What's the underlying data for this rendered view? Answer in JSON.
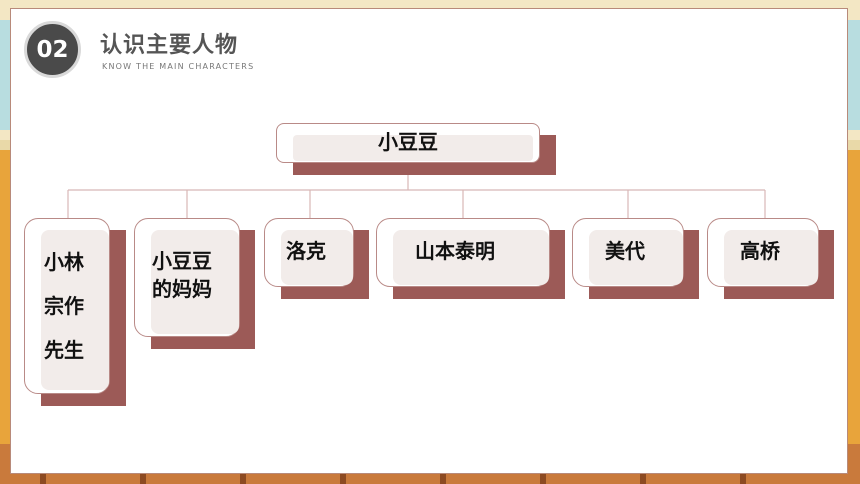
{
  "header": {
    "number": "02",
    "title": "认识主要人物",
    "subtitle": "KNOW THE MAIN CHARACTERS"
  },
  "diagram": {
    "root": "小豆豆",
    "children": [
      "小林\n宗作\n先生",
      "小豆豆\n的妈妈",
      "洛克",
      "山本泰明",
      "美代",
      "高桥"
    ]
  },
  "colors": {
    "accent": "#9c5a57",
    "badge": "#4a4a4a",
    "connector": "#d8b8b6"
  }
}
